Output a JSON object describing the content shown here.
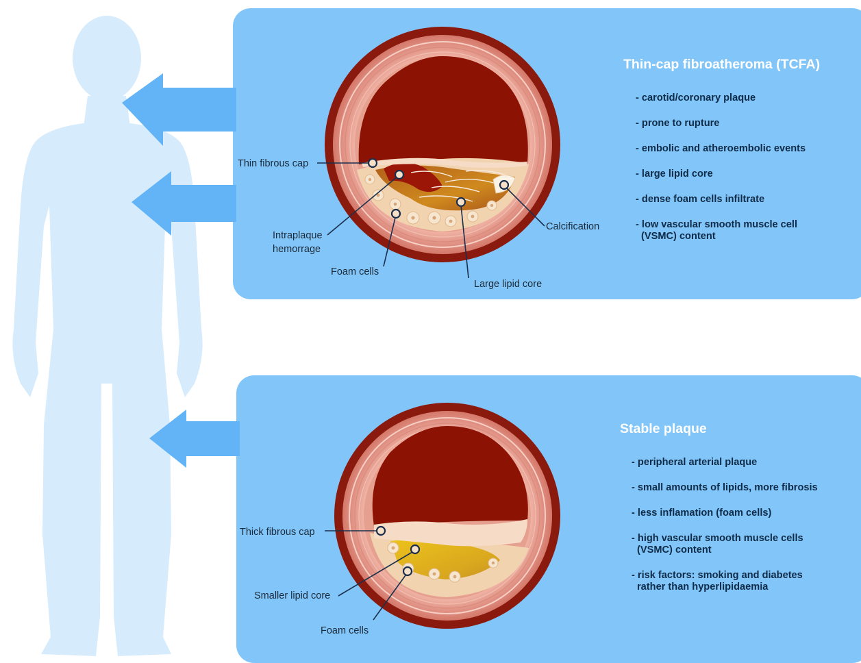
{
  "top_panel": {
    "title": "Thin-cap fibroatheroma (TCFA)",
    "facts": [
      "- carotid/coronary plaque",
      "- prone to rupture",
      "- embolic and atheroembolic events",
      "- large lipid core",
      "- dense foam cells infiltrate",
      "- low vascular smooth muscle cell\n  (VSMC) content"
    ],
    "labels": {
      "thin_fibrous_cap": "Thin fibrous cap",
      "intraplaque_line1": "Intraplaque",
      "intraplaque_line2": "hemorrage",
      "foam_cells": "Foam cells",
      "large_lipid_core": "Large lipid core",
      "calcification": "Calcification"
    }
  },
  "bottom_panel": {
    "title": "Stable plaque",
    "facts": [
      "- peripheral arterial plaque",
      "- small amounts of lipids, more fibrosis",
      "- less inflamation (foam cells)",
      "- high vascular smooth muscle cells\n  (VSMC) content",
      "- risk factors: smoking and diabetes\n  rather than hyperlipidaemia"
    ],
    "labels": {
      "thick_fibrous_cap": "Thick fibrous cap",
      "smaller_lipid_core": "Smaller lipid core",
      "foam_cells": "Foam cells"
    }
  },
  "colors": {
    "panel": "#82c6f9",
    "body_silhouette": "#d6ebfc",
    "arrow": "#62b4f7",
    "vessel_outer": "#8a1a0e",
    "vessel_wall": "#e2968a",
    "lumen": "#8c1204",
    "plaque": "#f2d3b0",
    "lipid_core": "#d9a020",
    "hemorrhage": "#9c1608"
  }
}
